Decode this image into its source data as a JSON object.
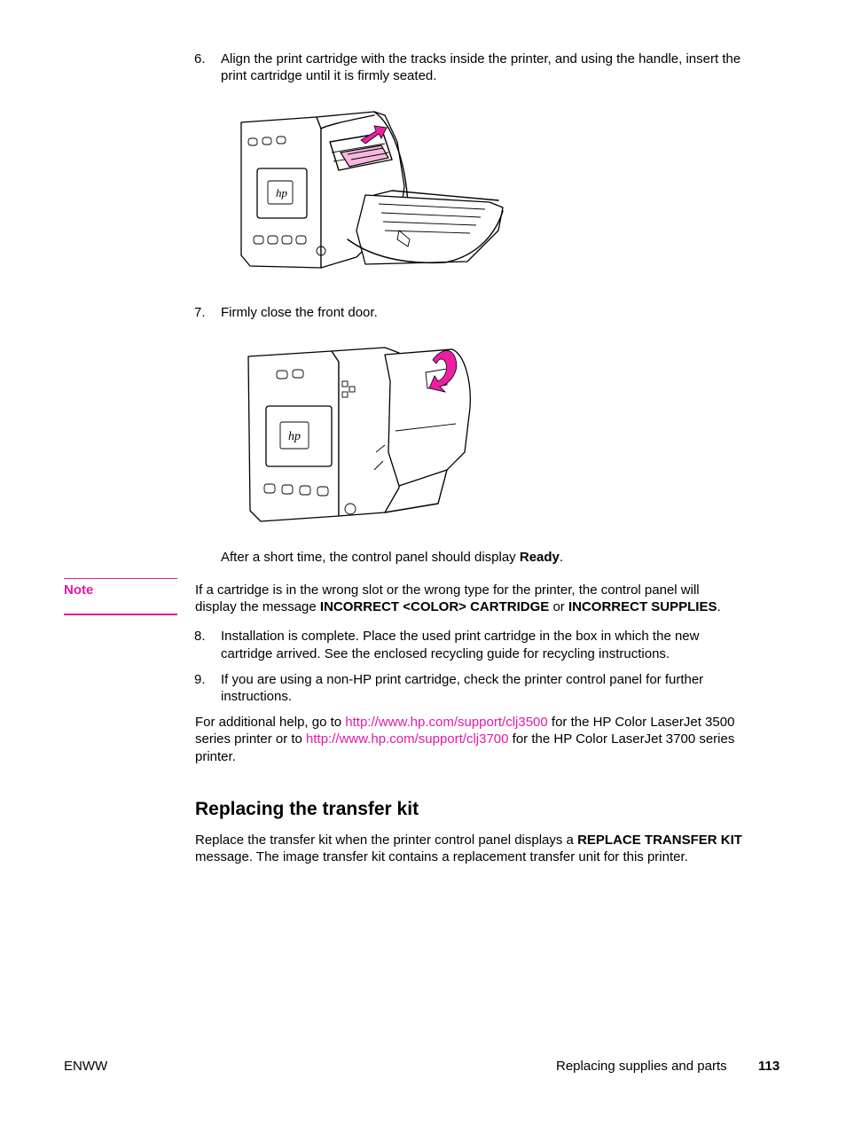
{
  "steps": {
    "s6": {
      "num": "6.",
      "line1": "Align the print cartridge with the tracks inside the printer, and using the handle, insert the",
      "line2": "print cartridge until it is firmly seated."
    },
    "s7": {
      "num": "7.",
      "text": "Firmly close the front door."
    },
    "after": {
      "pre": "After a short time, the control panel should display ",
      "bold": "Ready",
      "post": "."
    },
    "s8": {
      "num": "8.",
      "line1": "Installation is complete. Place the used print cartridge in the box in which the new",
      "line2": "cartridge arrived. See the enclosed recycling guide for recycling instructions."
    },
    "s9": {
      "num": "9.",
      "line1": "If you are using a non-HP print cartridge, check the printer control panel for further",
      "line2": "instructions."
    }
  },
  "note": {
    "label": "Note",
    "line1": "If a cartridge is in the wrong slot or the wrong type for the printer, the control panel will",
    "line2_pre": "display the message ",
    "line2_bold1": "INCORRECT <COLOR> CARTRIDGE",
    "line2_mid": " or ",
    "line2_bold2": "INCORRECT SUPPLIES",
    "line2_post": "."
  },
  "help": {
    "l1_pre": "For additional help, go to ",
    "link1": "http://www.hp.com/support/clj3500",
    "l1_post": " for the HP Color LaserJet 3500",
    "l2_pre": "series printer or to ",
    "link2": "http://www.hp.com/support/clj3700",
    "l2_post": " for the HP Color LaserJet 3700 series",
    "l3": "printer."
  },
  "section": {
    "heading": "Replacing the transfer kit",
    "l1_pre": "Replace the transfer kit when the printer control panel displays a ",
    "l1_bold": "REPLACE TRANSFER KIT",
    "l2": "message. The image transfer kit contains a replacement transfer unit for this printer."
  },
  "footer": {
    "left": "ENWW",
    "section": "Replacing supplies and parts",
    "page": "113"
  },
  "figures": {
    "fig1_logo": "hp",
    "fig2_logo": "hp",
    "accent_color": "#e21aa8"
  }
}
